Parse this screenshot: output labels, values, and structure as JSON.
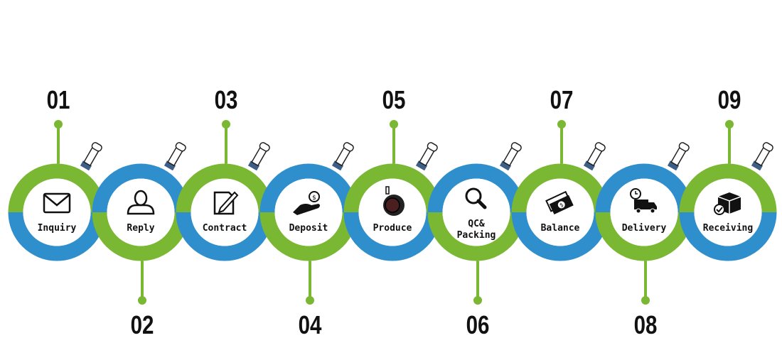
{
  "colors": {
    "green": "#7ab733",
    "blue": "#2f8fcd",
    "tube_base": "#3d5f86"
  },
  "steps": [
    {
      "number": "01",
      "label": [
        "Inquiry"
      ],
      "icon": "envelope-icon"
    },
    {
      "number": "02",
      "label": [
        "Reply"
      ],
      "icon": "person-icon"
    },
    {
      "number": "03",
      "label": [
        "Contract"
      ],
      "icon": "document-pen-icon"
    },
    {
      "number": "04",
      "label": [
        "Deposit"
      ],
      "icon": "hand-coin-icon"
    },
    {
      "number": "05",
      "label": [
        "Produce"
      ],
      "icon": "caster-wheel-icon"
    },
    {
      "number": "06",
      "label": [
        "QC&",
        "Packing"
      ],
      "icon": "magnifier-icon"
    },
    {
      "number": "07",
      "label": [
        "Balance"
      ],
      "icon": "banknotes-icon"
    },
    {
      "number": "08",
      "label": [
        "Delivery"
      ],
      "icon": "delivery-truck-icon"
    },
    {
      "number": "09",
      "label": [
        "Receiving"
      ],
      "icon": "package-check-icon"
    }
  ]
}
